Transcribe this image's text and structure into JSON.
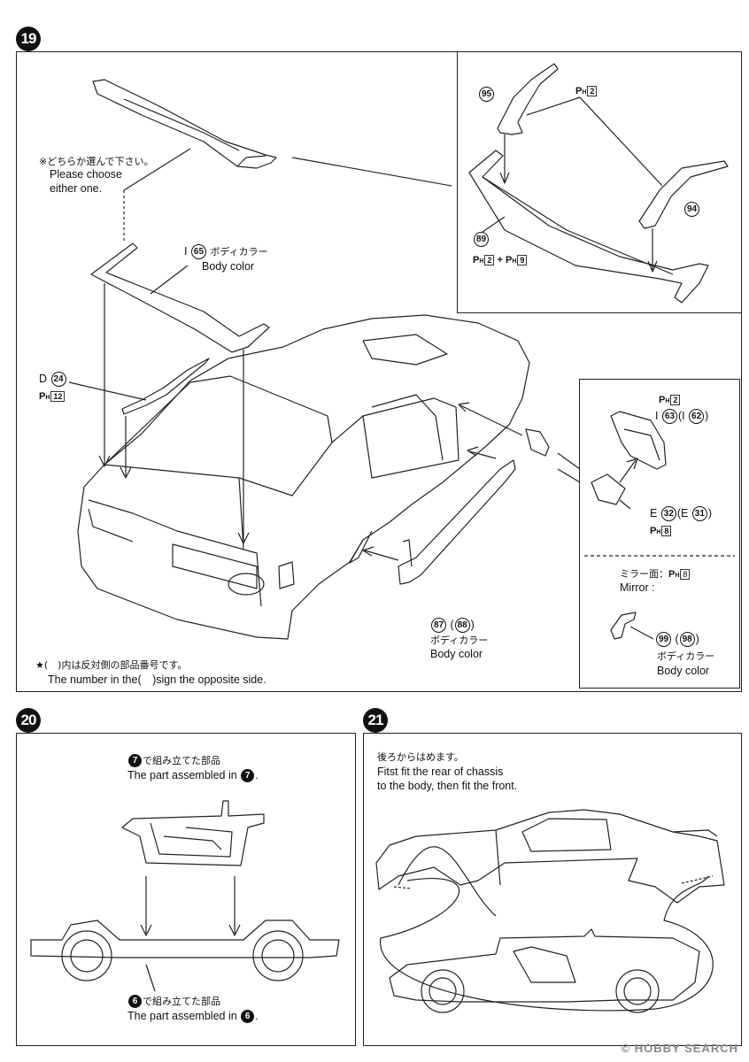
{
  "steps": {
    "s19": {
      "number": "19"
    },
    "s20": {
      "number": "20"
    },
    "s21": {
      "number": "21"
    }
  },
  "s19": {
    "choose_jp": "※どちらか選んで下さい。",
    "choose_en1": "Please choose",
    "choose_en2": "either one.",
    "i65_letter": "I",
    "i65_num": "65",
    "i65_jp": "ボディカラー",
    "i65_en": "Body color",
    "d24_letter": "D",
    "d24_num": "24",
    "d24_ph_box": "12",
    "p95": "95",
    "p94": "94",
    "p89": "89",
    "ph2_box": "2",
    "ph9_box": "9",
    "plus": "+",
    "p87": "87",
    "p88": "88",
    "p87_jp": "ボディカラー",
    "p87_en": "Body color",
    "mirror_ph_box": "2",
    "i63_letter": "I",
    "i63_num": "63",
    "i62_letter": "I",
    "i62_num": "62",
    "e32_letter": "E",
    "e32_num": "32",
    "e31_letter": "E",
    "e31_num": "31",
    "e_ph_box": "8",
    "mirror_face_jp": "ミラー面：",
    "mirror_face_box": "8",
    "mirror_en": "Mirror :",
    "p99": "99",
    "p98": "98",
    "p99_jp": "ボディカラー",
    "p99_en": "Body color",
    "note_jp": "★(　)内は反対側の部品番号です。",
    "note_en": "The number in the(　)sign the opposite side."
  },
  "s20": {
    "top_num": "7",
    "top_jp": "で組み立てた部品",
    "top_en": "The part assembled in",
    "bot_num": "6",
    "bot_jp": "で組み立てた部品",
    "bot_en": "The part assembled in"
  },
  "s21": {
    "jp": "後ろからはめます。",
    "en1": "Fitst fit the rear of chassis",
    "en2": "to the body, then fit the front."
  },
  "ph_label": "P",
  "ph_sub": "H",
  "watermark": "© HOBBY SEARCH"
}
